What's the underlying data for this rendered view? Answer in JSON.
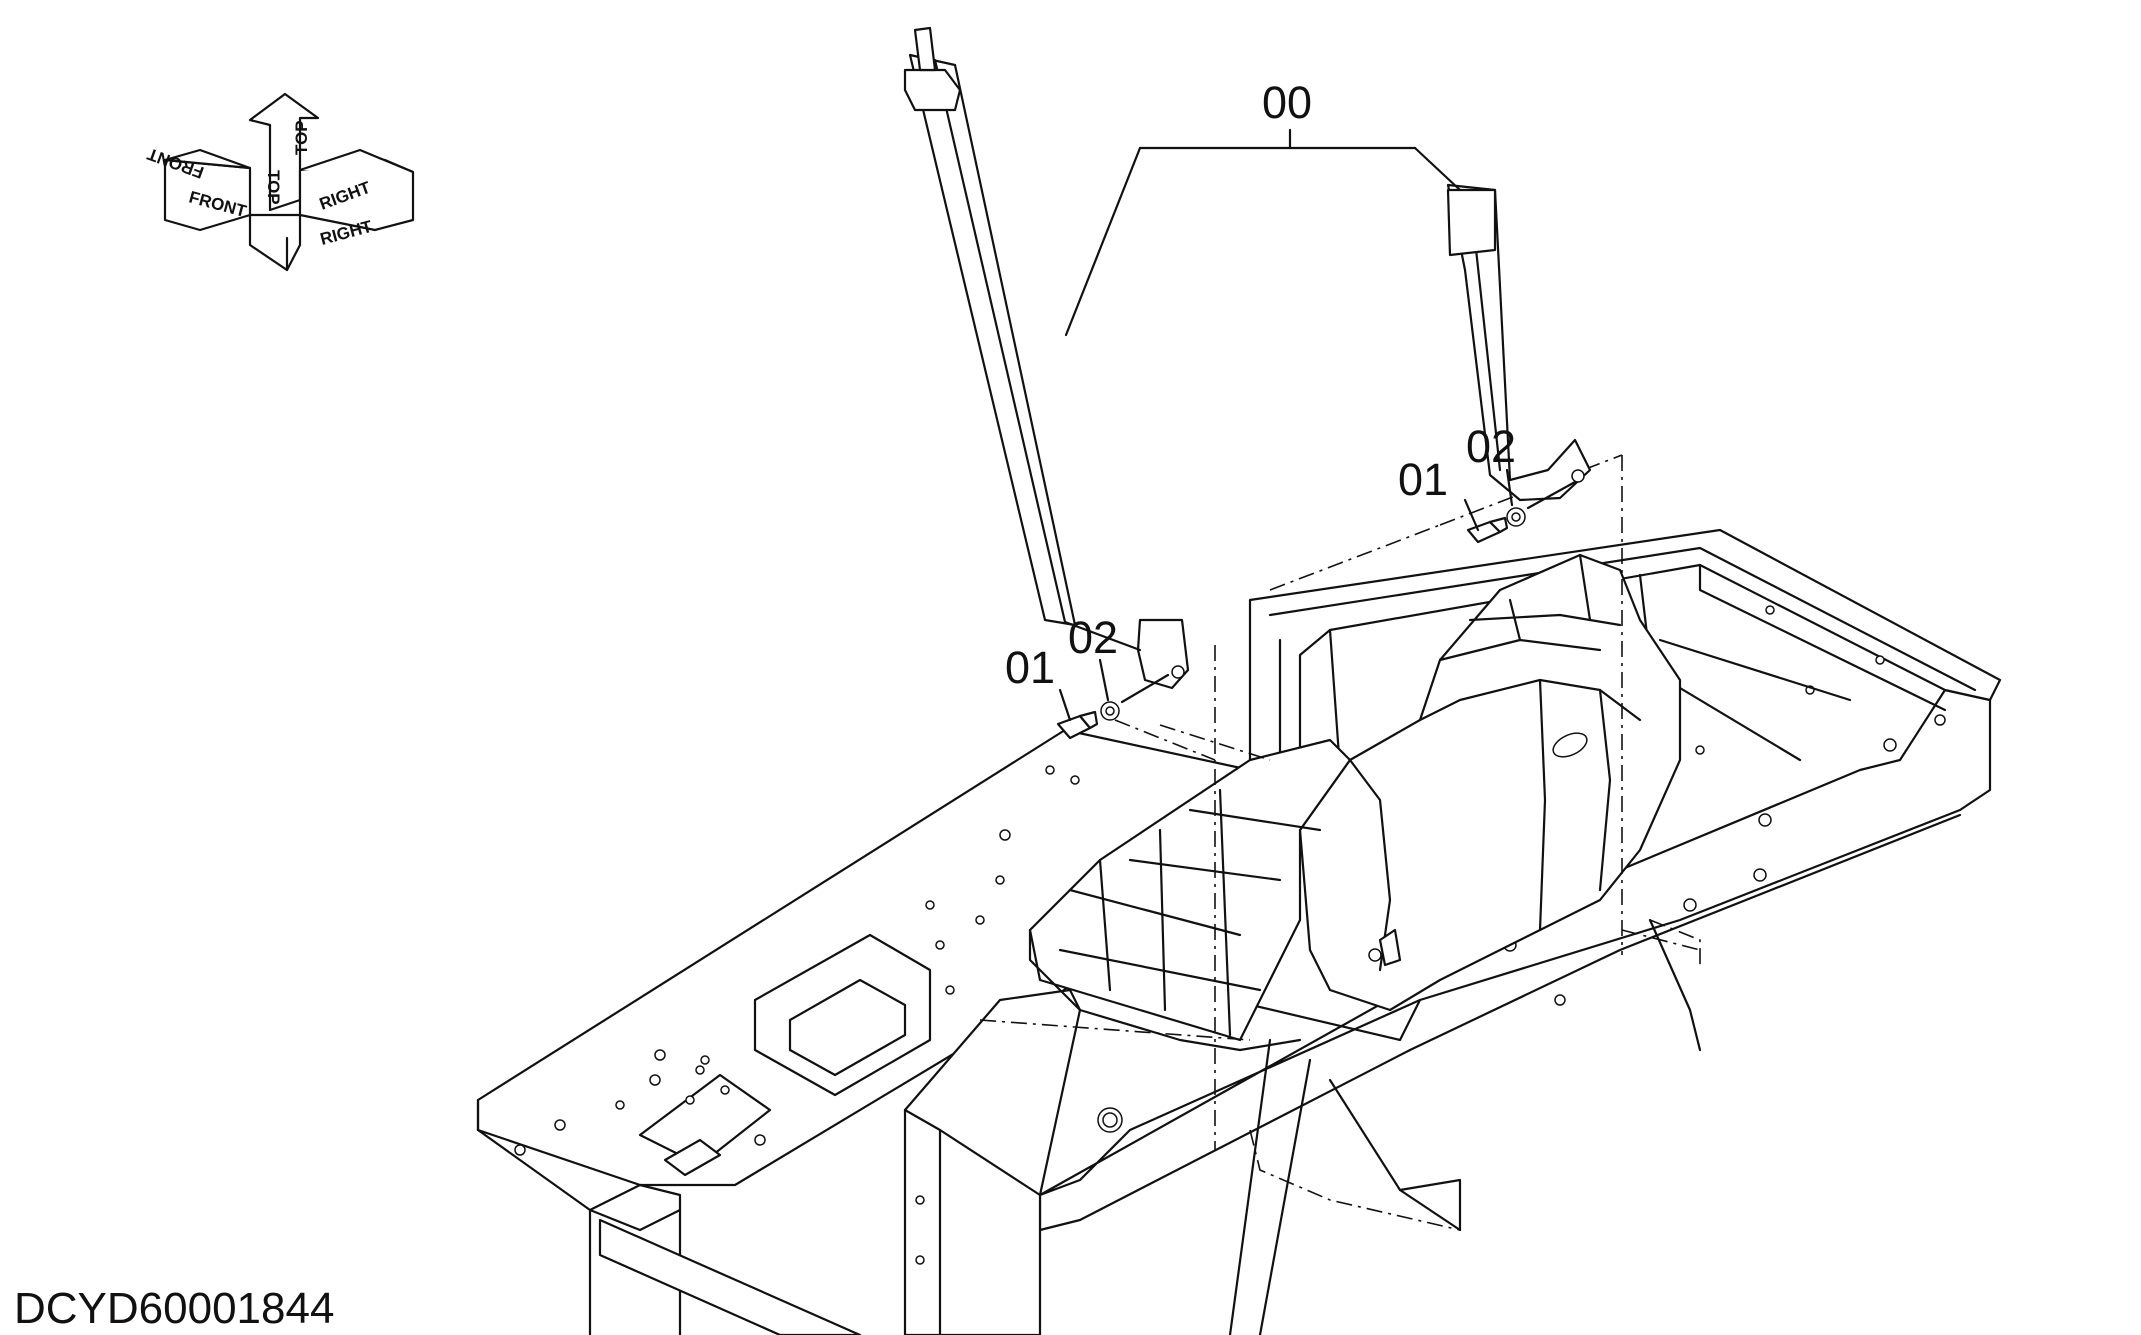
{
  "orientation": {
    "labels": {
      "front_top": "FRONT",
      "front_side": "FRONT",
      "top_left": "TOP",
      "top_right": "TOP",
      "right_top": "RIGHT",
      "right_side": "RIGHT"
    }
  },
  "callouts": {
    "assembly": "00",
    "bolt_left": "01",
    "washer_left": "02",
    "bolt_right": "01",
    "washer_right": "02"
  },
  "drawing_id": "DCYD60001844",
  "icons": {
    "orientation": "orientation-arrows-icon"
  },
  "colors": {
    "line": "#111111",
    "background": "#ffffff"
  }
}
